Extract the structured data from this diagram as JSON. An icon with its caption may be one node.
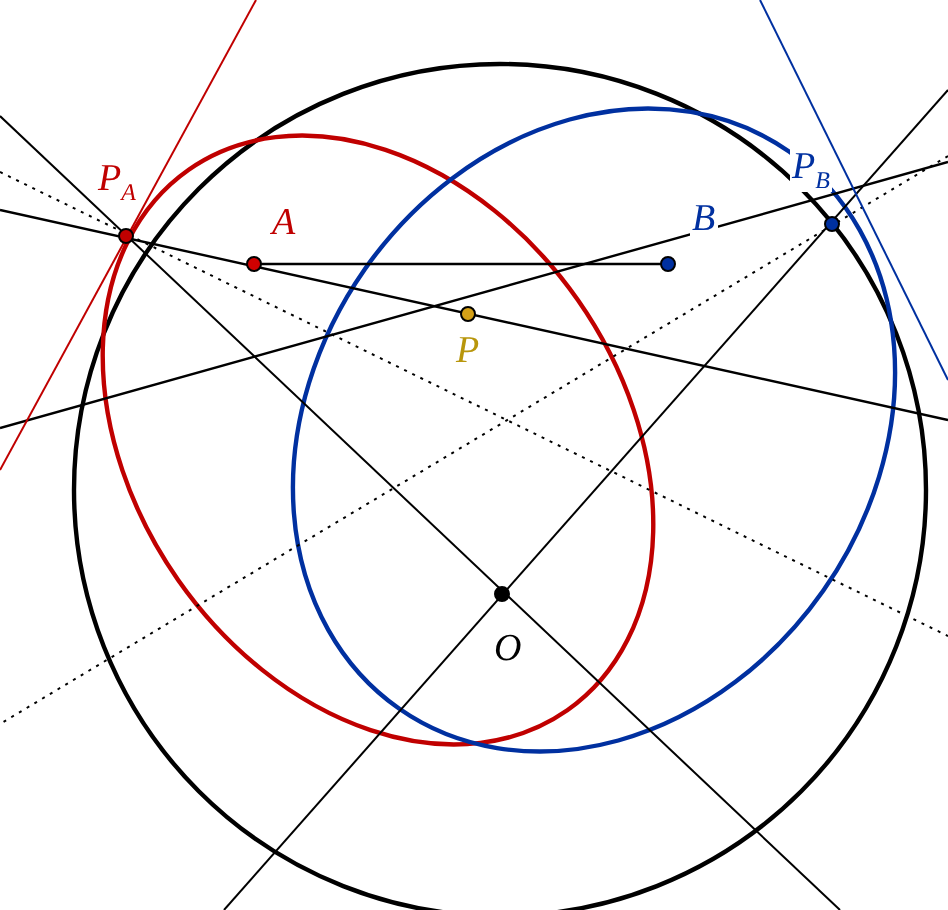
{
  "diagram": {
    "nodes": [
      {
        "text": [
          "P$_{A}$"
        ]
      },
      {
        "text": [
          "A"
        ]
      },
      {
        "text": [
          "B"
        ]
      },
      {
        "text": [
          "P$_{B}$"
        ]
      },
      {
        "text": [
          "P"
        ]
      },
      {
        "text": [
          "O"
        ]
      }
    ]
  }
}
